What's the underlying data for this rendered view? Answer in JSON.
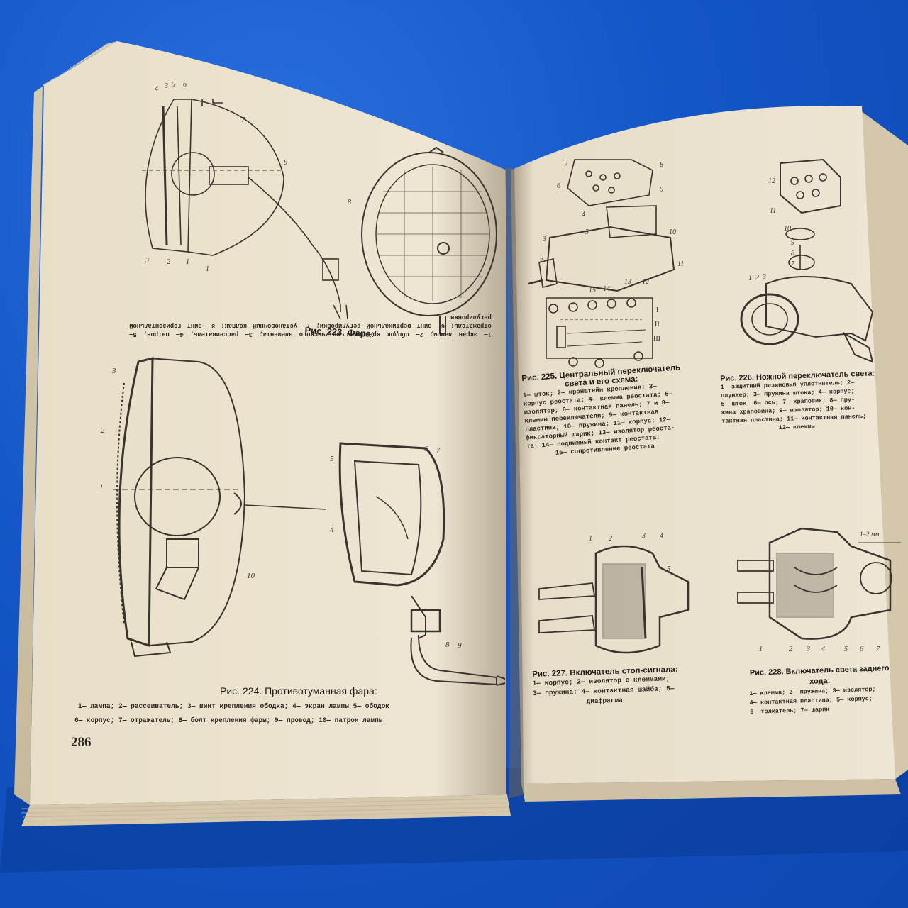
{
  "left_page": {
    "page_number": "286",
    "fig223": {
      "title": "Рис. 223. Фара:",
      "legend": "1— экран лампы; 2— ободок крепления оптического элемента; 3— рассеиватель; 4— патрон; 5— отражатель; 6— винт вертикальной регулировки; 7— установочный колпак; 8— винт горизонтальной регулировки"
    },
    "fig224": {
      "title": "Рис. 224. Противотуманная фара:",
      "legend_line1": "1— лампа; 2— рассеиватель; 3— винт крепления ободка; 4— экран лампы 5— ободок",
      "legend_line2": "6— корпус; 7— отражатель; 8— болт крепления фары; 9— провод; 10— патрон лампы"
    }
  },
  "right_page": {
    "fig225": {
      "title_line1": "Рис. 225. Центральный переключатель",
      "title_line2": "света и его схема:",
      "legend": [
        "1— шток; 2— кронштейн крепления; 3—",
        "корпус реостата; 4— клемма реостата; 5—",
        "изолятор; 6— контактная панель; 7 и 8—",
        "клеммы переключателя; 9— контактная",
        "пластина; 10— пружина; 11— корпус; 12—",
        "фиксаторный шарик; 13— изолятор реоста-",
        "та; 14— подвижный контакт реостата;",
        "15— сопротивление реостата"
      ]
    },
    "fig226": {
      "title": "Рис. 226. Ножной переключатель света:",
      "legend": [
        "1— защитный резиновый уплотнитель; 2—",
        "плунжер; 3— пружина штока; 4— корпус;",
        "5— шток; 6— ось; 7— храповик; 8— пру-",
        "жина храповика; 9— изолятор; 10— кон-",
        "тактная пластина; 11— контактная панель;",
        "12— клеммы"
      ]
    },
    "fig227": {
      "title": "Рис. 227. Включатель стоп-сигнала:",
      "legend": [
        "1— корпус; 2— изолятор с клеммами;",
        "3— пружина; 4— контактная шайба; 5—",
        "диафрагма"
      ]
    },
    "fig228": {
      "title": "Рис. 228. Включатель света заднего хода:",
      "legend": [
        "1— клемма; 2— пружина; 3— изолятор;",
        "4— контактная пластина; 5— корпус;",
        "6— толкатель; 7— шарик"
      ],
      "dimension_label": "1–2 мм"
    },
    "schematic_labels": [
      "I",
      "II",
      "III"
    ]
  },
  "colors": {
    "background_cloth": "#1456c8",
    "paper": "#ece3cf",
    "ink": "#2a2521"
  }
}
